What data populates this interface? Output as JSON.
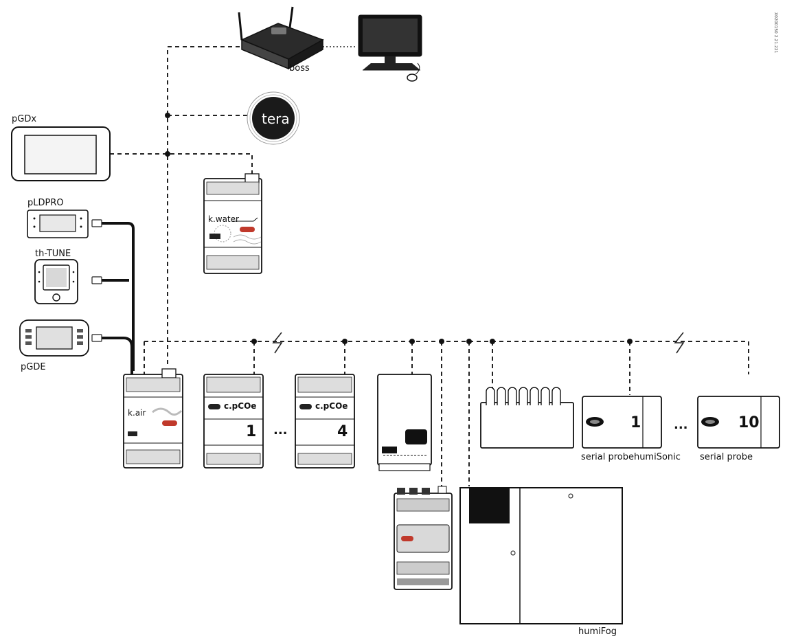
{
  "labels": {
    "boss": "boss",
    "tera": "tera",
    "pgdx": "pGDx",
    "pldpro": "pLDPRO",
    "thtune": "th-TUNE",
    "pgde": "pGDE",
    "kwater": "k.water",
    "kair": "k.air",
    "cpcoe": "c.pCOe",
    "serial_probe_1": "serial probe",
    "humisonic": "humiSonic",
    "serial_probe_2": "serial probe",
    "humifog": "humiFog",
    "index_1": "1",
    "index_4": "4",
    "probe_1": "1",
    "probe_10": "10",
    "ellipsis": "...",
    "doc_code": "X0200150 2.21.221"
  }
}
